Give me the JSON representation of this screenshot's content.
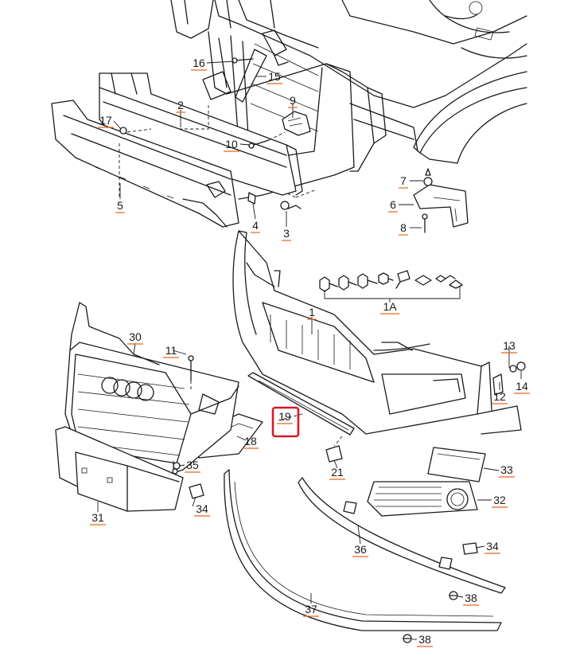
{
  "diagram": {
    "accent_color": "#e8661f",
    "highlight_color": "#d7192a",
    "highlighted_part": "19",
    "callouts": {
      "c1": "1",
      "c1A": "1A",
      "c2": "2",
      "c3": "3",
      "c4": "4",
      "c5": "5",
      "c6": "6",
      "c7": "7",
      "c8": "8",
      "c9": "9",
      "c10": "10",
      "c11": "11",
      "c12": "12",
      "c13": "13",
      "c14": "14",
      "c15": "15",
      "c16": "16",
      "c17": "17",
      "c18": "18",
      "c19": "19",
      "c21": "21",
      "c30": "30",
      "c31": "31",
      "c32": "32",
      "c33": "33",
      "c34a": "34",
      "c34b": "34",
      "c35": "35",
      "c36": "36",
      "c37": "37",
      "c38a": "38",
      "c38b": "38"
    }
  }
}
